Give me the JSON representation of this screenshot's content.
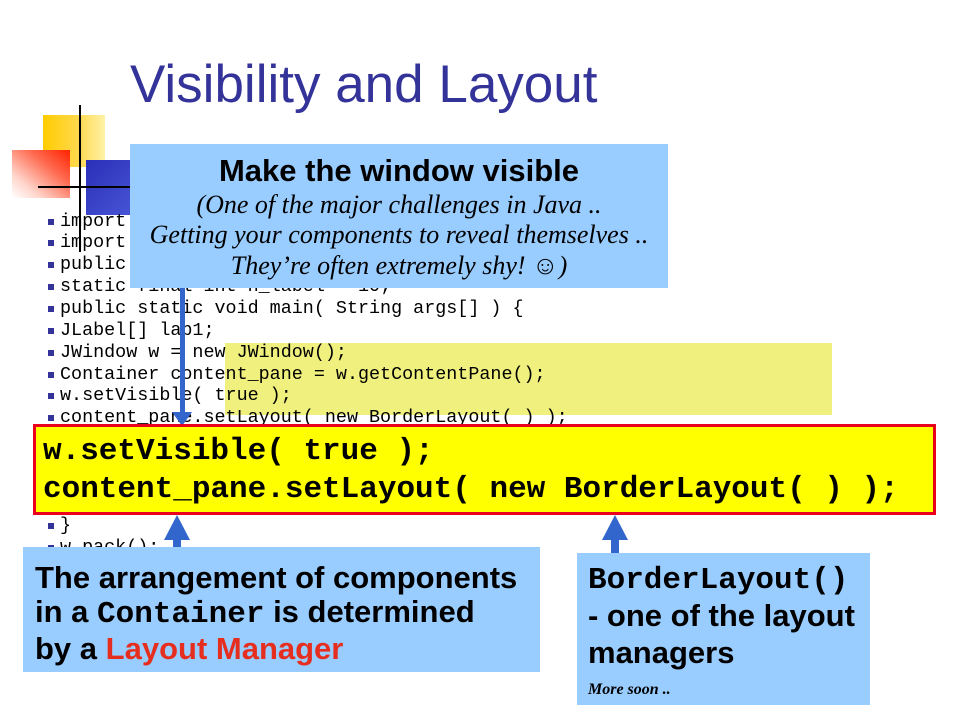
{
  "slide": {
    "title": "Visibility and Layout"
  },
  "code_lines": [
    "import",
    "import",
    "public",
    "static final int n_label = 10;",
    "public static void main( String args[] ) {",
    "JLabel[] lab1;",
    "JWindow w = new JWindow();",
    "Container content_pane = w.getContentPane();",
    "w.setVisible( true );",
    "content_pane.setLayout( new BorderLayout( ) );",
    "}",
    "w.pack();"
  ],
  "visibility_callout": {
    "heading": "Make the window visible",
    "lines": [
      "(One of the major challenges in Java ..",
      "Getting your components to reveal themselves ..",
      "They’re often extremely shy! ☺)"
    ]
  },
  "highlighted_code": {
    "lines": [
      "w.setVisible( true );",
      "content_pane.setLayout( new BorderLayout( ) );"
    ]
  },
  "layout_manager_callout": {
    "line1": "The arrangement of components",
    "line2_before": "in a ",
    "line2_code": "Container",
    "line2_after": " is determined",
    "line3_before": "by a ",
    "line3_emphasis": "Layout Manager"
  },
  "border_layout_callout": {
    "code": "BorderLayout()",
    "line1": "- one of the layout",
    "line2": "managers",
    "note": "More soon .."
  },
  "colors": {
    "title": "#333399",
    "callout_fill": "#99CCFF",
    "code_highlight": "#F0F07E",
    "focus_box_fill": "#FFFF00",
    "focus_box_border": "#E8001C",
    "emphasis_text": "#E62E1E",
    "arrow": "#3366CC",
    "bullet": "#333399"
  }
}
